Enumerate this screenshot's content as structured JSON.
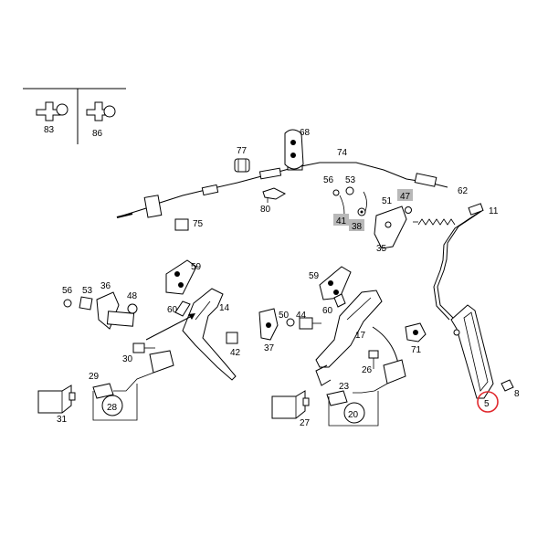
{
  "parts": {
    "p83": "83",
    "p86": "86",
    "p68": "68",
    "p77": "77",
    "p74": "74",
    "p56a": "56",
    "p53a": "53",
    "p47": "47",
    "p51": "51",
    "p62": "62",
    "p11": "11",
    "p41": "41",
    "p38": "38",
    "p80": "80",
    "p75": "75",
    "p35": "35",
    "p59a": "59",
    "p56b": "56",
    "p53b": "53",
    "p36": "36",
    "p48": "48",
    "p14": "14",
    "p60a": "60",
    "p42": "42",
    "p30": "30",
    "p29": "29",
    "p28": "28",
    "p31": "31",
    "p59b": "59",
    "p50": "50",
    "p44": "44",
    "p60b": "60",
    "p17": "17",
    "p37": "37",
    "p71": "71",
    "p26": "26",
    "p23": "23",
    "p20": "20",
    "p27": "27",
    "p8": "8",
    "p5": "5"
  },
  "colors": {
    "highlight_circle": "#e0282d",
    "label_box": "#b8b8b8",
    "line": "#000000"
  }
}
